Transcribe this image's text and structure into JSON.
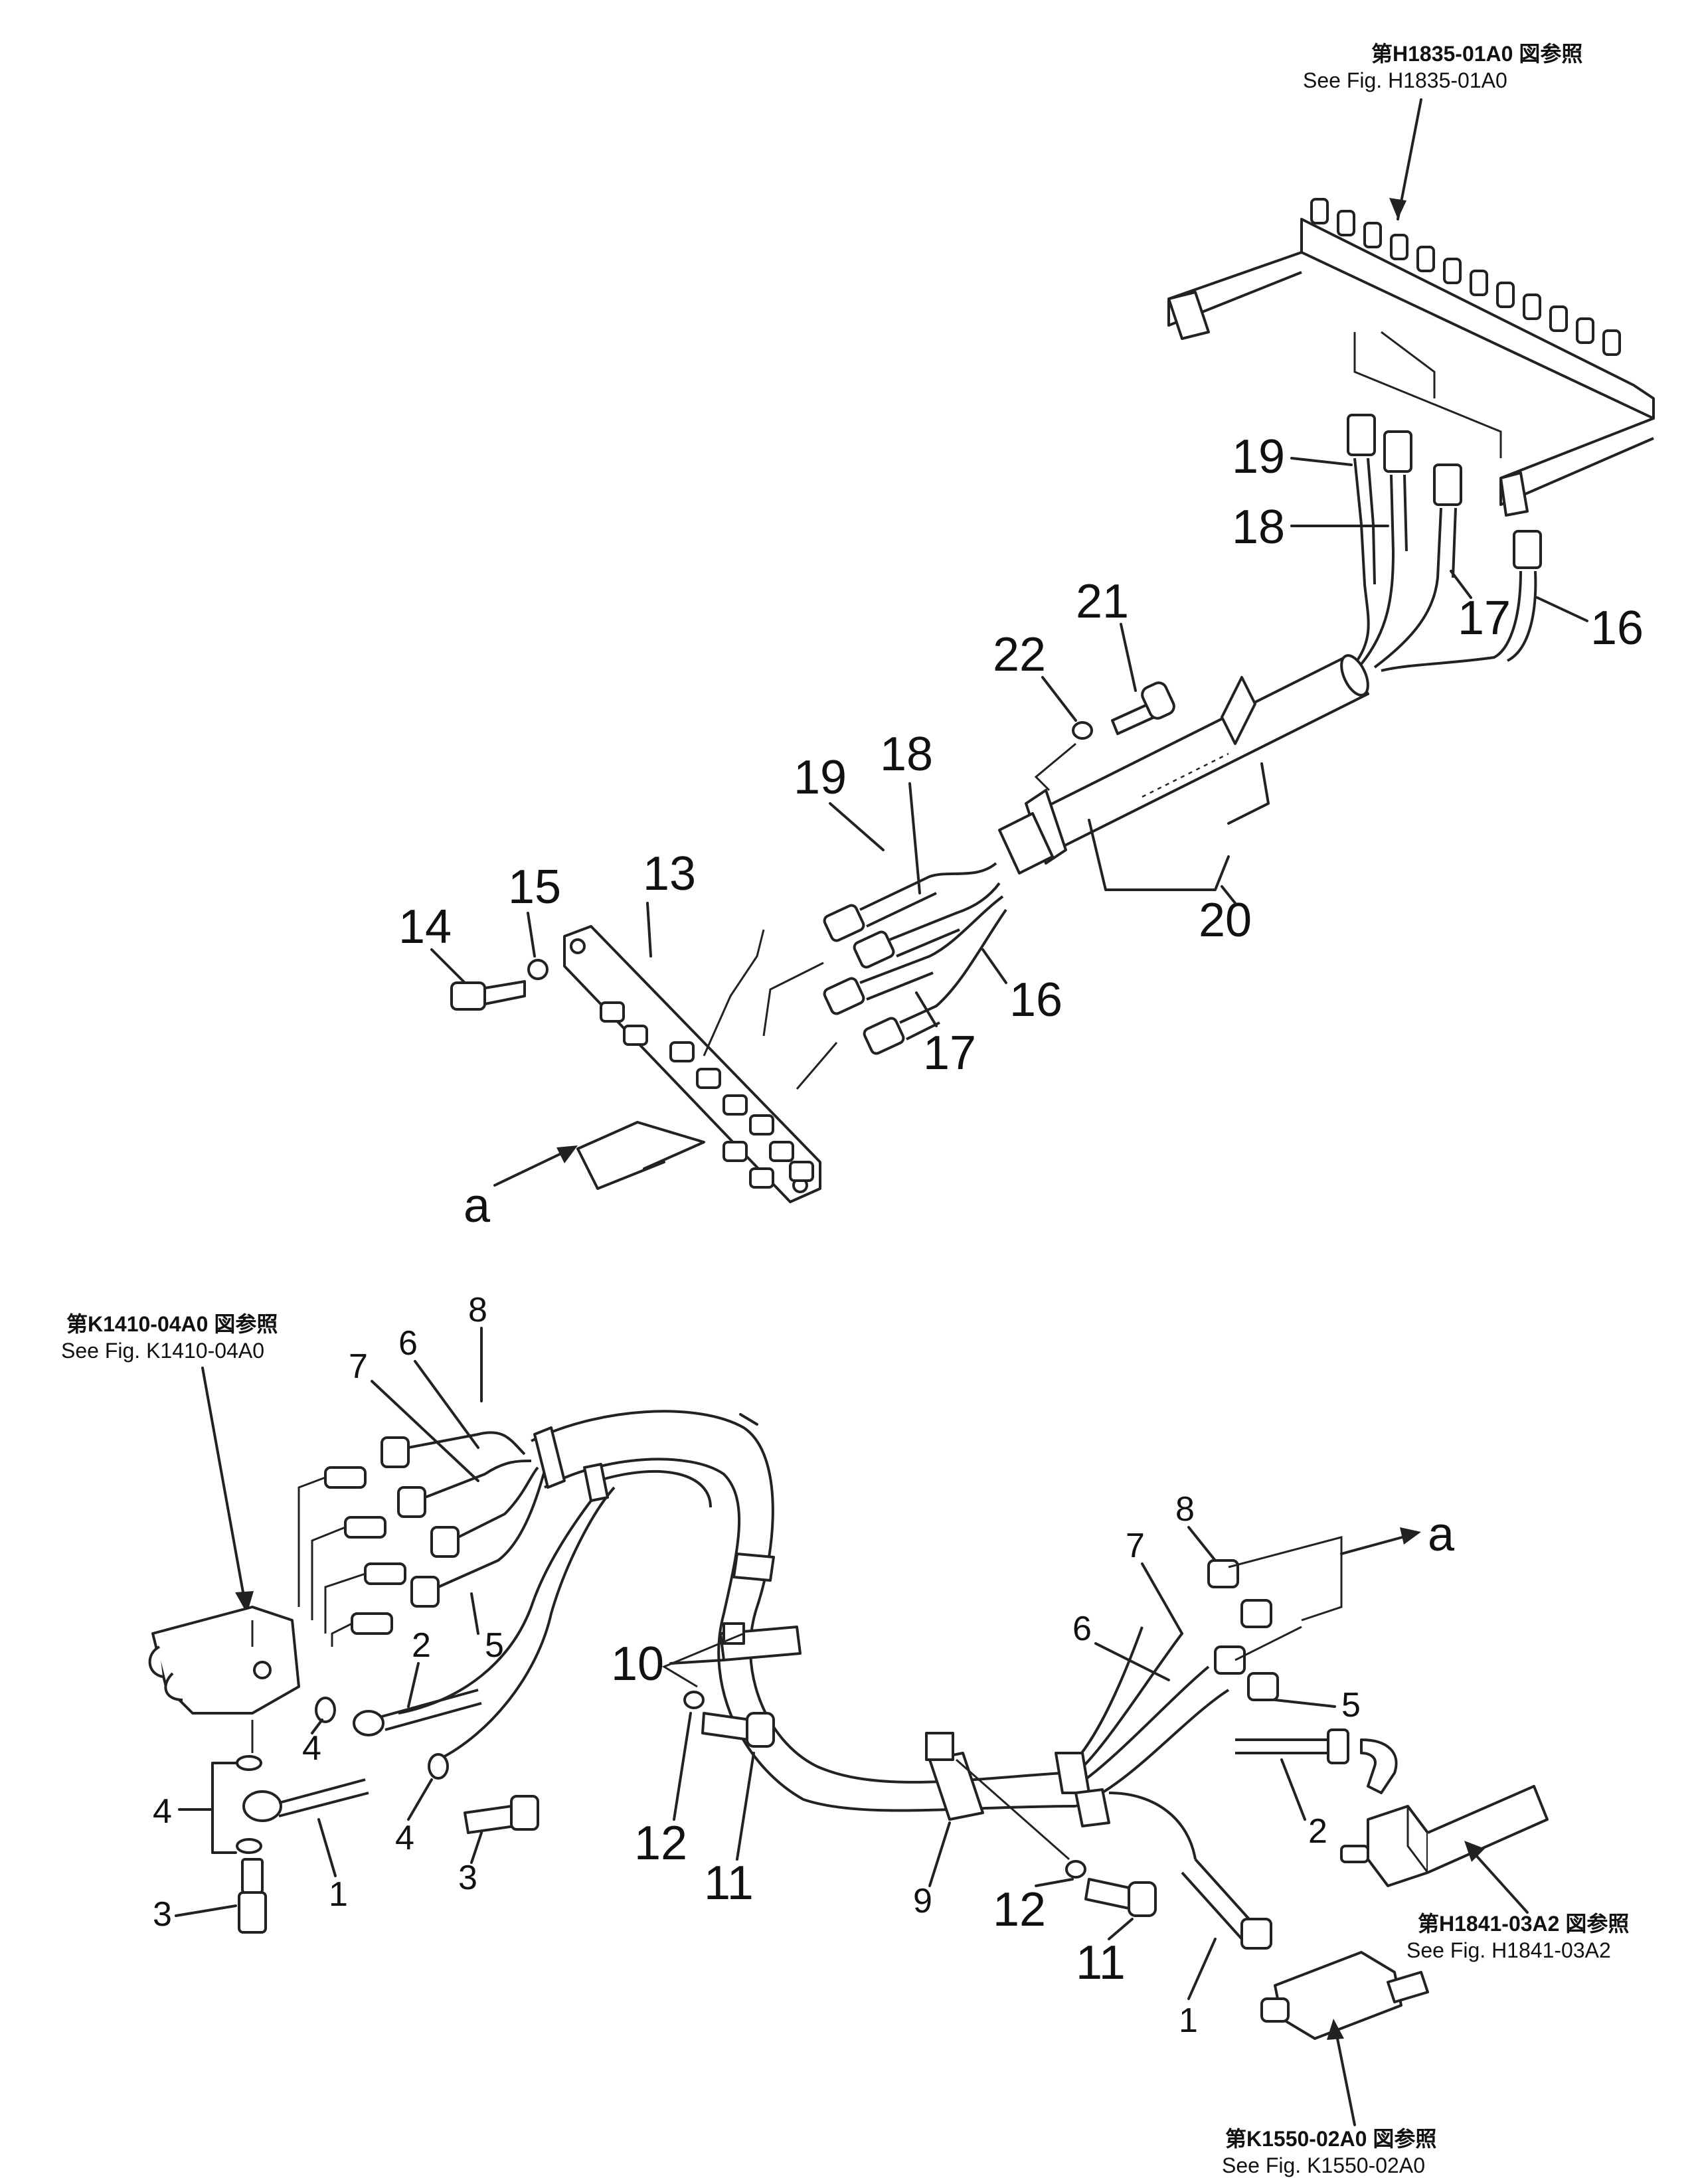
{
  "references": {
    "top_right": {
      "jp": "第H1835-01A0 図参照",
      "en": "See Fig. H1835-01A0"
    },
    "left": {
      "jp": "第K1410-04A0 図参照",
      "en": "See Fig. K1410-04A0"
    },
    "mid_right": {
      "jp": "第H1841-03A2 図参照",
      "en": "See Fig. H1841-03A2"
    },
    "bottom": {
      "jp": "第K1550-02A0 図参照",
      "en": "See Fig. K1550-02A0"
    }
  },
  "view_marker": "a",
  "upper_callouts": {
    "c19a": "19",
    "c18a": "18",
    "c17a": "17",
    "c16a": "16",
    "c21": "21",
    "c22": "22",
    "c19b": "19",
    "c18b": "18",
    "c17b": "17",
    "c16b": "16",
    "c20": "20",
    "c13": "13",
    "c14": "14",
    "c15": "15"
  },
  "lower_callouts": {
    "c8a": "8",
    "c6a": "6",
    "c7a": "7",
    "c5a": "5",
    "c2a": "2",
    "c4a": "4",
    "c4b": "4",
    "c4c": "4",
    "c3a": "3",
    "c3b": "3",
    "c1a": "1",
    "c10": "10",
    "c12a": "12",
    "c11a": "11",
    "c9": "9",
    "c12b": "12",
    "c11b": "11",
    "c8b": "8",
    "c7b": "7",
    "c6b": "6",
    "c5b": "5",
    "c2b": "2",
    "c1b": "1"
  }
}
